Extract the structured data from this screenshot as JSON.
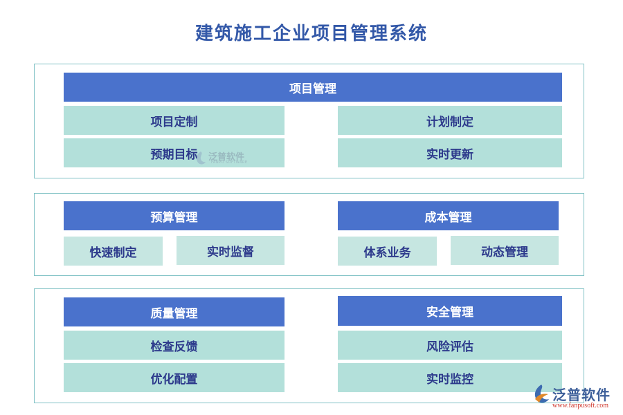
{
  "title": "建筑施工企业项目管理系统",
  "panel1": {
    "header": "项目管理",
    "left_items": [
      "项目定制",
      "预期目标"
    ],
    "right_items": [
      "计划制定",
      "实时更新"
    ]
  },
  "panel2": {
    "left_header": "预算管理",
    "left_items": [
      "快速制定",
      "实时监督"
    ],
    "right_header": "成本管理",
    "right_items": [
      "体系业务",
      "动态管理"
    ]
  },
  "panel3": {
    "left_header": "质量管理",
    "left_items": [
      "检查反馈",
      "优化配置"
    ],
    "right_header": "安全管理",
    "right_items": [
      "风险评估",
      "实时监控"
    ]
  },
  "watermark": {
    "text": "泛普软件",
    "sub": "FANPU SOFTWARE"
  },
  "logo": {
    "text": "泛普软件",
    "url": "www.fanpusoft.com"
  },
  "colors": {
    "title": "#3358a8",
    "header": "#4a72cc",
    "item": "#b3e0da",
    "item_text": "#2d3a8c",
    "border": "#7fc1c4",
    "logo_url": "#d03a2f"
  }
}
